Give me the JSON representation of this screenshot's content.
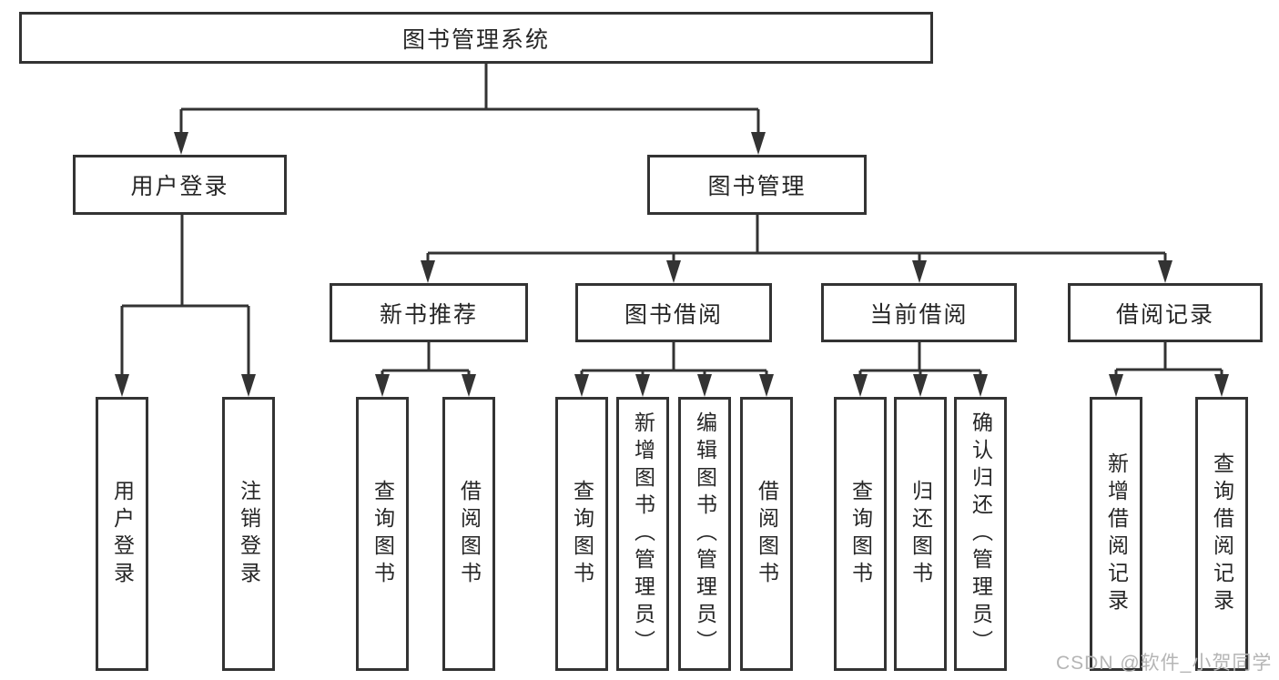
{
  "diagram_type": "hierarchy-tree",
  "tree": {
    "root": {
      "label": "图书管理系统"
    },
    "children": [
      {
        "label": "用户登录",
        "children": [
          {
            "label": "用户登录"
          },
          {
            "label": "注销登录"
          }
        ]
      },
      {
        "label": "图书管理",
        "children": [
          {
            "label": "新书推荐",
            "children": [
              {
                "label": "查询图书"
              },
              {
                "label": "借阅图书"
              }
            ]
          },
          {
            "label": "图书借阅",
            "children": [
              {
                "label": "查询图书"
              },
              {
                "label": "新增图书（管理员）"
              },
              {
                "label": "编辑图书（管理员）"
              },
              {
                "label": "借阅图书"
              }
            ]
          },
          {
            "label": "当前借阅",
            "children": [
              {
                "label": "查询图书"
              },
              {
                "label": "归还图书"
              },
              {
                "label": "确认归还（管理员）"
              }
            ]
          },
          {
            "label": "借阅记录",
            "children": [
              {
                "label": "新增借阅记录"
              },
              {
                "label": "查询借阅记录"
              }
            ]
          }
        ]
      }
    ]
  },
  "watermark": {
    "text": "CSDN @软件_小贺同学"
  },
  "colors": {
    "line": "#333333",
    "box_border": "#333333",
    "text": "#262626",
    "watermark": "#b5b5b5",
    "background": "#ffffff"
  }
}
